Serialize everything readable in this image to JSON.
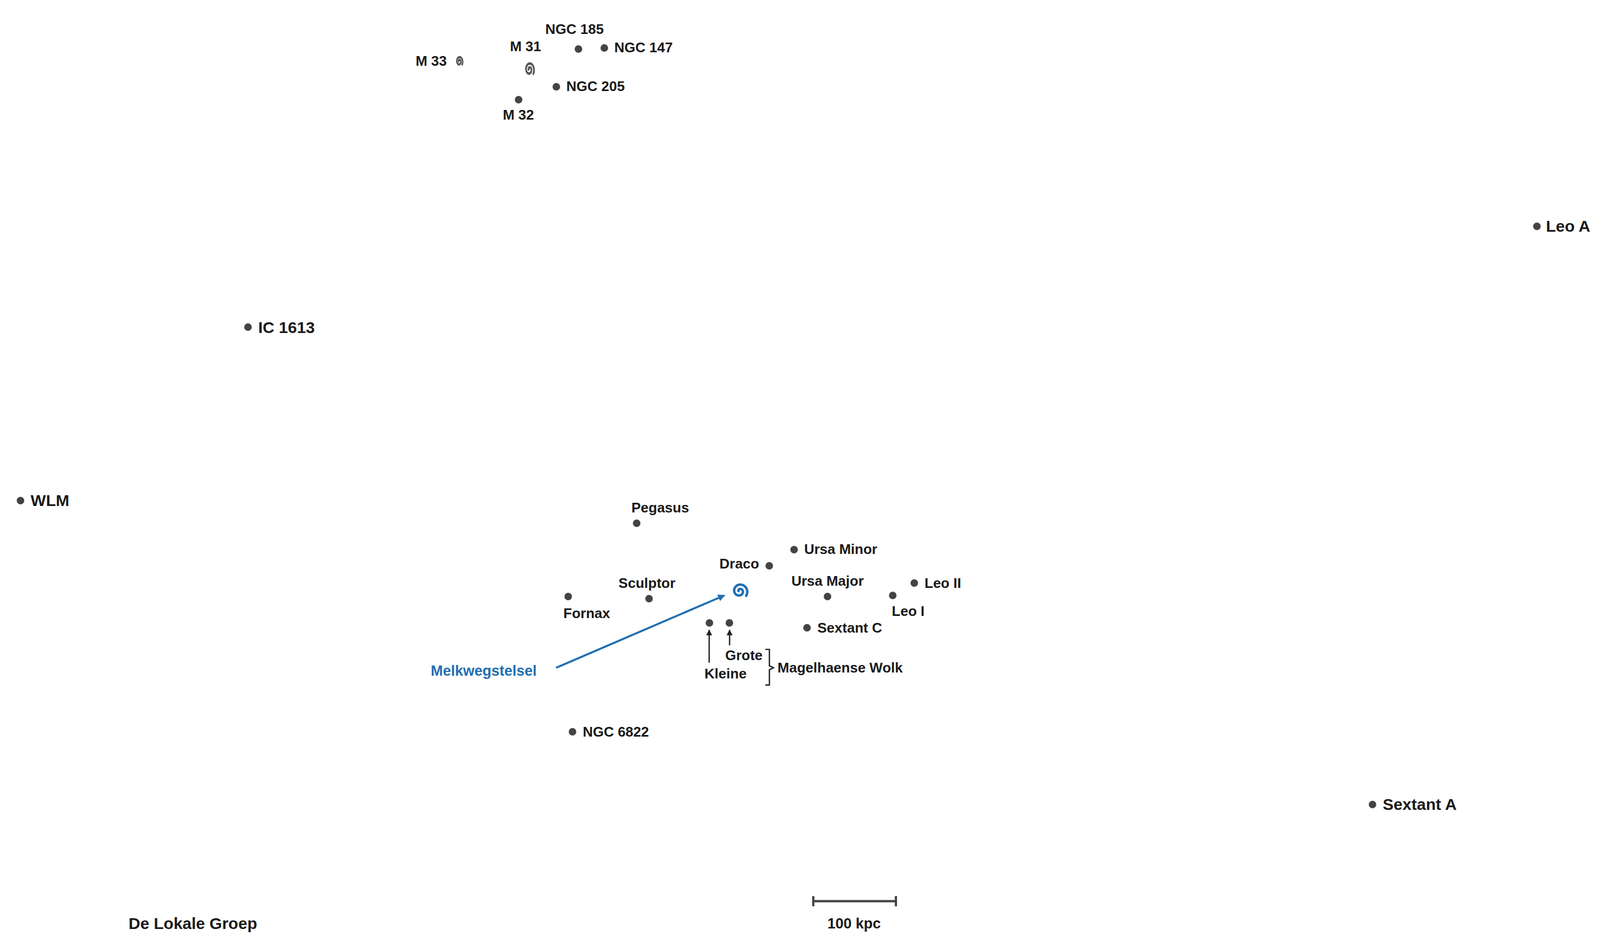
{
  "diagram": {
    "title": "De Lokale Groep",
    "nodes": [
      {
        "text": [
          "M 33"
        ]
      },
      {
        "text": [
          "M 31"
        ]
      },
      {
        "text": [
          "NGC 185"
        ]
      },
      {
        "text": [
          "NGC 147"
        ]
      },
      {
        "text": [
          "NGC 205"
        ]
      },
      {
        "text": [
          "M 32"
        ]
      },
      {
        "text": [
          "Leo A"
        ]
      },
      {
        "text": [
          "IC 1613"
        ]
      },
      {
        "text": [
          "WLM"
        ]
      },
      {
        "text": [
          "Pegasus"
        ]
      },
      {
        "text": [
          "Ursa Minor"
        ]
      },
      {
        "text": [
          "Draco"
        ]
      },
      {
        "text": [
          "Melkwegstelsel"
        ]
      },
      {
        "text": [
          "Sculptor"
        ]
      },
      {
        "text": [
          "Fornax"
        ]
      },
      {
        "text": [
          "Ursa Major"
        ]
      },
      {
        "text": [
          "Leo II"
        ]
      },
      {
        "text": [
          "Leo I"
        ]
      },
      {
        "text": [
          "Sextant C"
        ]
      },
      {
        "text": [
          "Grote"
        ]
      },
      {
        "text": [
          "Kleine"
        ]
      },
      {
        "text": [
          "NGC 6822"
        ]
      },
      {
        "text": [
          "Sextant A"
        ]
      }
    ],
    "labels": [
      "Magelhaense Wolk",
      "100 kpc"
    ]
  }
}
